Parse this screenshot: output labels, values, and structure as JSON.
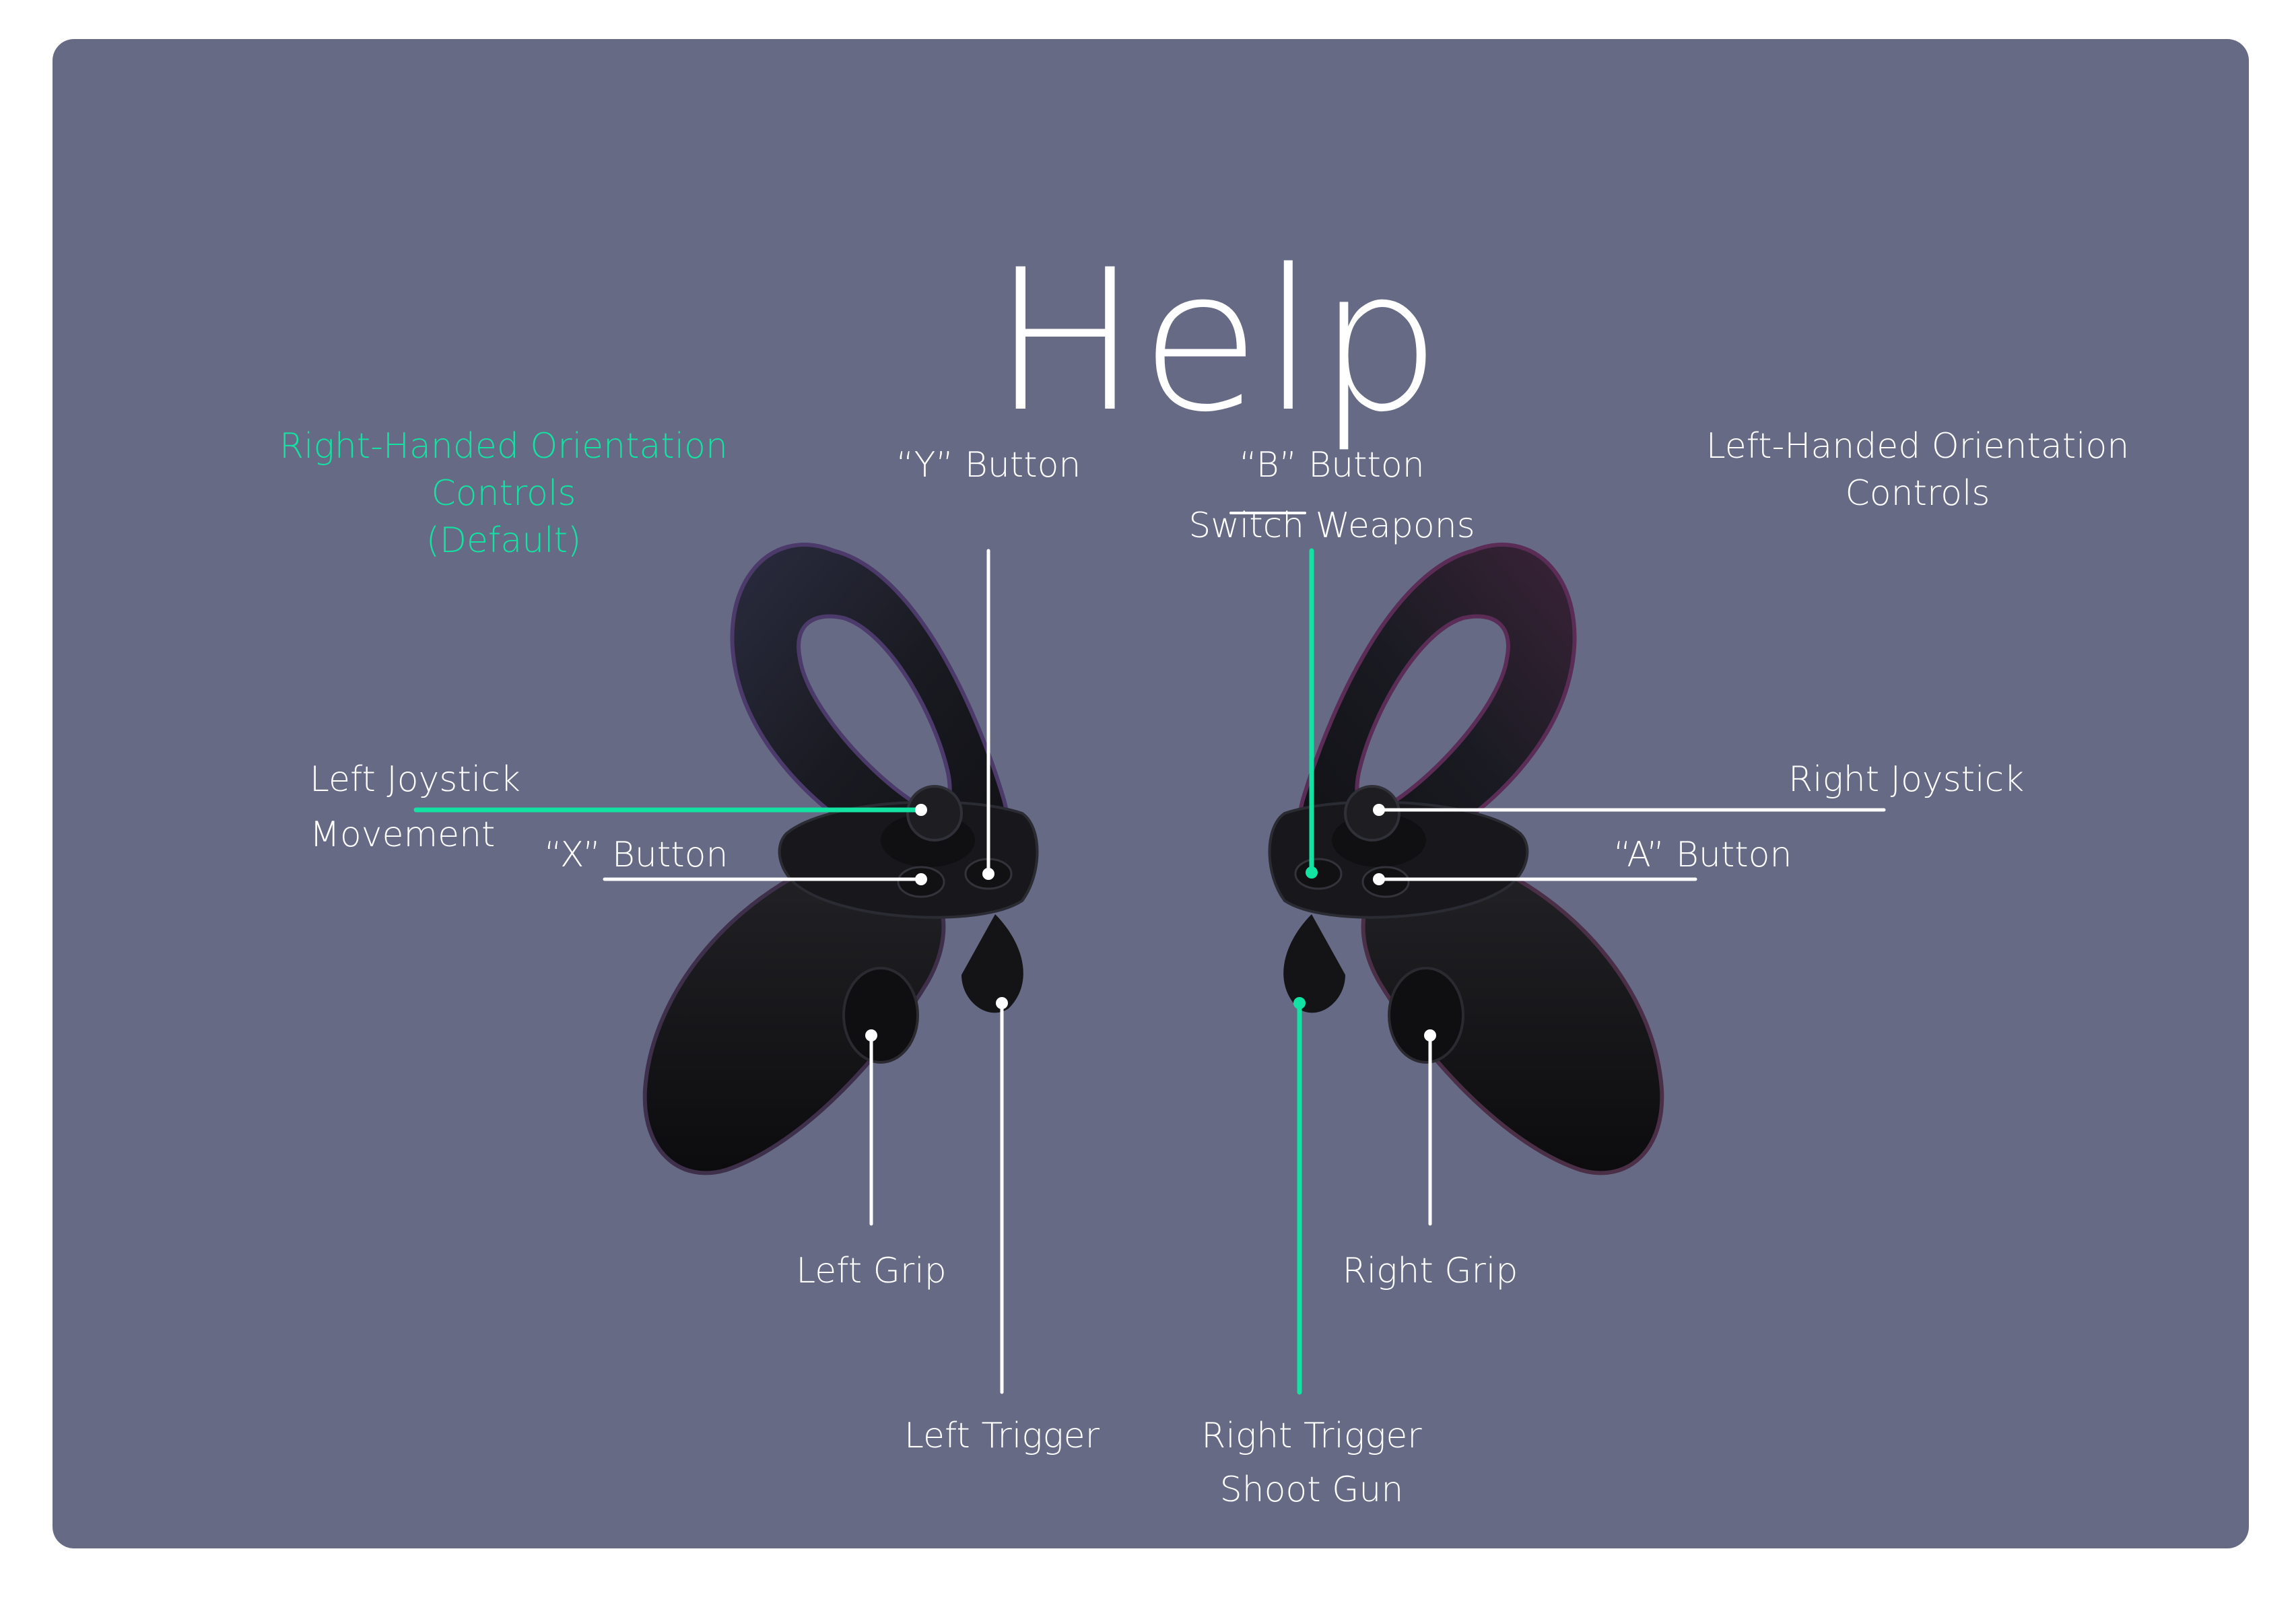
{
  "page": {
    "title": "Help"
  },
  "orientations": {
    "right_handed": {
      "line1": "Right-Handed Orientation",
      "line2": "Controls",
      "line3": "(Default)",
      "color": "#12e3a2"
    },
    "left_handed": {
      "line1": "Left-Handed Orientation",
      "line2": "Controls",
      "color": "#ffffff"
    }
  },
  "left_controller": {
    "y_button": "“Y” Button",
    "x_button": "“X” Button",
    "joystick": "Left Joystick",
    "joystick_action": "Movement",
    "grip": "Left Grip",
    "trigger": "Left Trigger"
  },
  "right_controller": {
    "b_button": "“B” Button",
    "b_button_action": "Switch Weapons",
    "a_button": "“A” Button",
    "joystick": "Right Joystick",
    "grip": "Right Grip",
    "trigger": "Right Trigger",
    "trigger_action": "Shoot Gun"
  },
  "colors": {
    "panel": "#666a85",
    "accent": "#12e3a2",
    "text": "#ffffff",
    "controller": "#1c1c20"
  }
}
